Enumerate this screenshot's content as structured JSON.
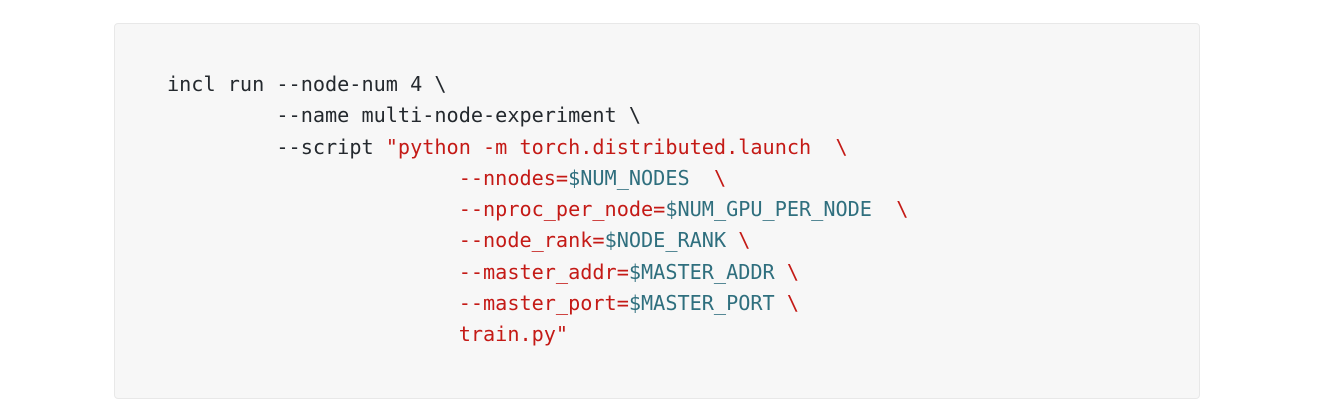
{
  "colors": {
    "background": "#f7f7f7",
    "default_text": "#24292e",
    "string": "#c41a16",
    "variable": "#2f6f7e"
  },
  "code": {
    "line1": "incl run --node-num 4 \\",
    "line2_indent": "         ",
    "line2": "--name multi-node-experiment \\",
    "line3_indent": "         ",
    "line3_cmd": "--script ",
    "line3_str": "\"python -m torch.distributed.launch  \\",
    "indent": "                        ",
    "nnodes_flag": "--nnodes=",
    "nnodes_var": "$NUM_NODES",
    "nnodes_tail": "  \\",
    "nproc_flag": "--nproc_per_node=",
    "nproc_var": "$NUM_GPU_PER_NODE",
    "nproc_tail": "  \\",
    "rank_flag": "--node_rank=",
    "rank_var": "$NODE_RANK",
    "rank_tail": " \\",
    "addr_flag": "--master_addr=",
    "addr_var": "$MASTER_ADDR",
    "addr_tail": " \\",
    "port_flag": "--master_port=",
    "port_var": "$MASTER_PORT",
    "port_tail": " \\",
    "train": "train.py\""
  }
}
